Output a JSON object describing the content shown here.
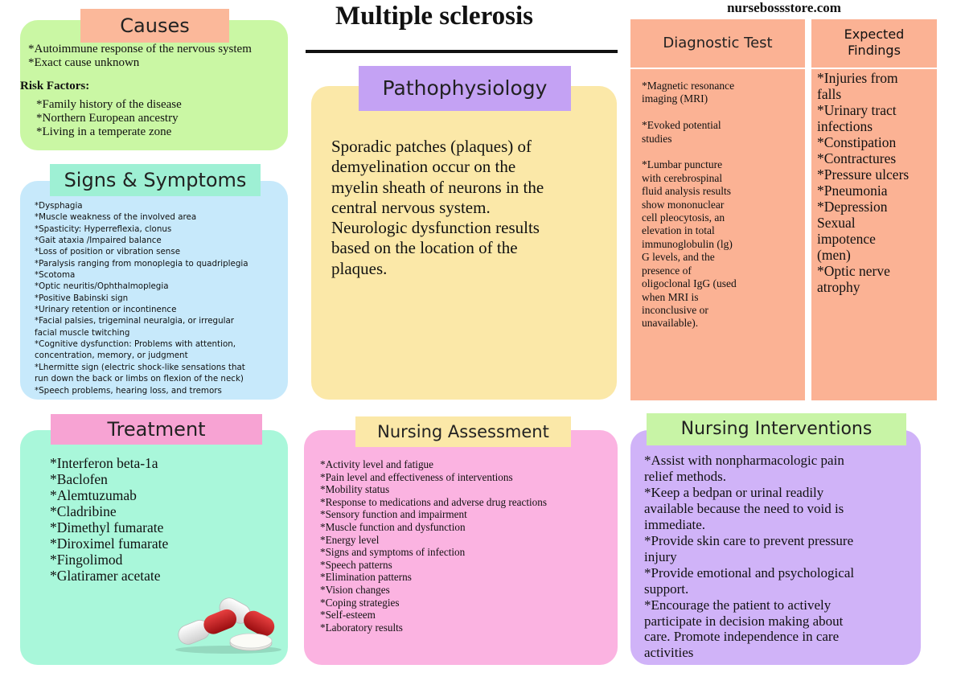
{
  "title": "Multiple sclerosis",
  "website": "nursebossstore.com",
  "colors": {
    "causes_panel": "#caf7a4",
    "causes_label": "#fbb89a",
    "signs_panel": "#c7e9fb",
    "signs_label": "#9ef0d4",
    "patho_panel": "#fbe8a8",
    "patho_label": "#c4a2f4",
    "diag_panel": "#fbb294",
    "treatment_panel": "#a9f7da",
    "treatment_label": "#f7a3d3",
    "assessment_panel": "#fbb3e1",
    "assessment_label": "#fbe8a8",
    "interventions_panel": "#d0b3f8",
    "interventions_label": "#c8f4a6"
  },
  "causes": {
    "label": "Causes",
    "items": [
      "*Autoimmune response of the nervous system",
      "*Exact cause unknown"
    ],
    "risk_heading": "Risk Factors:",
    "risk_items": [
      "*Family history of the disease",
      "*Northern European ancestry",
      "*Living in a temperate zone"
    ]
  },
  "signs": {
    "label": "Signs & Symptoms",
    "lines": [
      "*Dysphagia",
      "*Muscle weakness of the involved area",
      "*Spasticity: Hyperreflexia, clonus",
      "*Gait ataxia /Impaired balance",
      "*Loss of position or vibration sense",
      "*Paralysis ranging from monoplegia to quadriplegia",
      "*Scotoma",
      "*Optic neuritis/Ophthalmoplegia",
      "*Positive Babinski sign",
      "*Urinary retention or incontinence",
      "*Facial palsies, trigeminal neuralgia, or irregular",
      "facial muscle twitching",
      "*Cognitive dysfunction: Problems with attention,",
      "concentration, memory, or judgment",
      "*Lhermitte sign (electric shock-like sensations that",
      "run down the back or limbs on flexion of the neck)",
      "*Speech problems, hearing loss, and tremors"
    ]
  },
  "pathophysiology": {
    "label": "Pathophysiology",
    "lines": [
      "Sporadic patches (plaques) of",
      "demyelination occur on the",
      "myelin sheath of neurons in the",
      "central nervous system.",
      "Neurologic dysfunction results",
      "based on the location of the",
      "plaques."
    ]
  },
  "diagnostic": {
    "label": "Diagnostic Test",
    "lines": [
      "*Magnetic resonance",
      "imaging (MRI)",
      "",
      "*Evoked potential",
      "studies",
      "",
      "*Lumbar puncture",
      "with cerebrospinal",
      "fluid analysis results",
      "show mononuclear",
      "cell pleocytosis, an",
      "elevation in total",
      "immunoglobulin (lg)",
      "G levels, and the",
      "presence of",
      "oligoclonal IgG (used",
      "when MRI is",
      "inconclusive or",
      "unavailable)."
    ]
  },
  "expected": {
    "label_line1": "Expected",
    "label_line2": "Findings",
    "lines": [
      "*Injuries from",
      "falls",
      "*Urinary tract",
      "infections",
      "*Constipation",
      "*Contractures",
      "*Pressure ulcers",
      "*Pneumonia",
      "*Depression",
      "Sexual",
      "impotence",
      "(men)",
      "*Optic nerve",
      "atrophy"
    ]
  },
  "treatment": {
    "label": "Treatment",
    "items": [
      "*Interferon beta-1a",
      "*Baclofen",
      "*Alemtuzumab",
      "*Cladribine",
      "*Dimethyl fumarate",
      "*Diroximel fumarate",
      "*Fingolimod",
      "*Glatiramer acetate"
    ]
  },
  "assessment": {
    "label": "Nursing Assessment",
    "items": [
      "*Activity level and fatigue",
      "*Pain level and effectiveness of interventions",
      "*Mobility status",
      "*Response to medications and adverse drug reactions",
      "*Sensory function and impairment",
      "*Muscle function and dysfunction",
      "*Energy level",
      "*Signs and symptoms of infection",
      "*Speech patterns",
      "*Elimination patterns",
      "*Vision changes",
      "*Coping strategies",
      "*Self-esteem",
      "*Laboratory results"
    ]
  },
  "interventions": {
    "label": "Nursing Interventions",
    "lines": [
      "*Assist with nonpharmacologic pain",
      "relief methods.",
      "*Keep a bedpan or urinal readily",
      "available because the need to void is",
      "immediate.",
      "*Provide skin care to prevent pressure",
      "injury",
      "*Provide emotional and psychological",
      "support.",
      "*Encourage the patient to actively",
      "participate in decision making about",
      "care. Promote independence in care",
      "activities"
    ]
  },
  "icons": {
    "pills": "pills-illustration"
  }
}
